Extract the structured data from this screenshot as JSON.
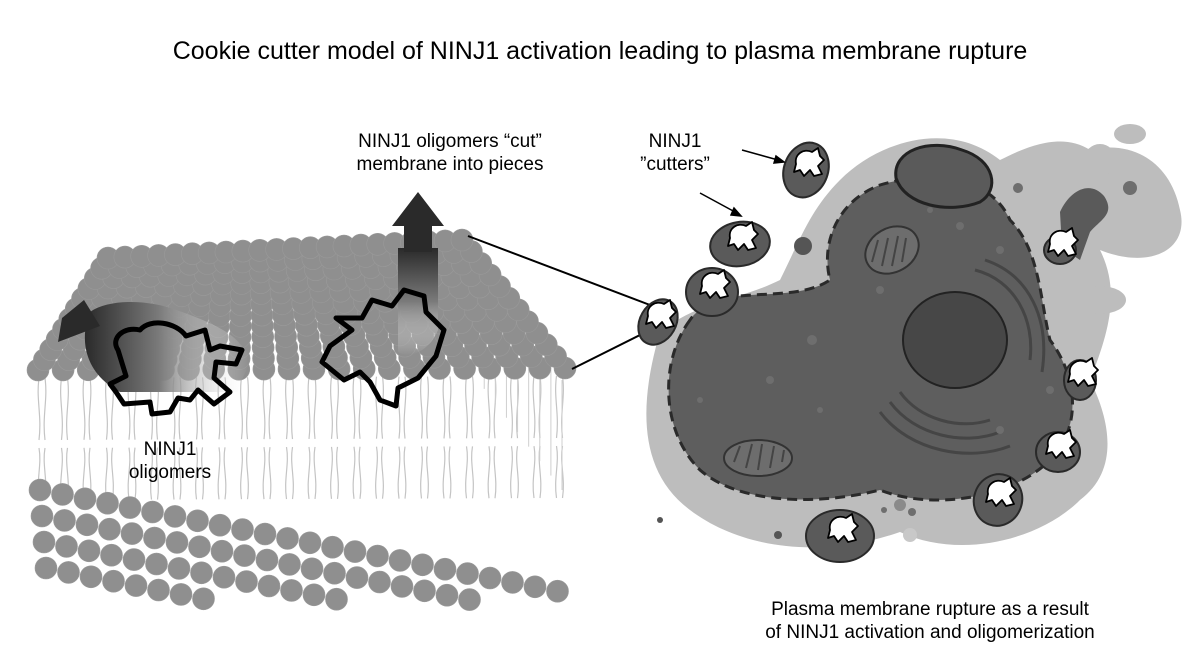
{
  "title": "Cookie cutter model of NINJ1 activation leading to plasma membrane rupture",
  "labels": {
    "cut_line1": "NINJ1 oligomers “cut”",
    "cut_line2": "membrane into pieces",
    "cutters_line1": "NINJ1",
    "cutters_line2": "”cutters”",
    "oligomers_line1": "NINJ1",
    "oligomers_line2": "oligomers",
    "rupture_line1": "Plasma membrane rupture as a result",
    "rupture_line2": "of NINJ1 activation and oligomerization"
  },
  "colors": {
    "lipid_head": "#8f8f8f",
    "lipid_head_dark": "#6e6e6e",
    "cell_body": "#5e5e5e",
    "cell_halo": "#b9b9b9",
    "nucleus": "#4c4c4c",
    "cutter_outline": "#000000"
  }
}
